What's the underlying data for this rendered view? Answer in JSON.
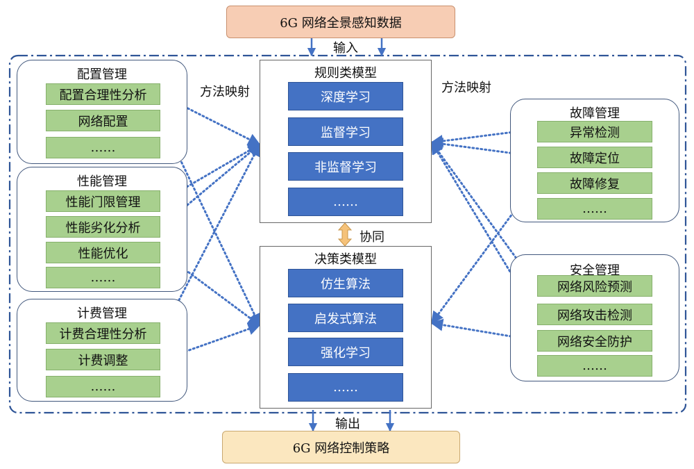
{
  "input_data": "6G 网络全景感知数据",
  "output_strategy": "6G 网络控制策略",
  "labels": {
    "input": "输入",
    "output": "输出",
    "method_map_left": "方法映射",
    "method_map_right": "方法映射",
    "collab": "协同"
  },
  "groups": {
    "config": {
      "title": "配置管理",
      "items": [
        "配置合理性分析",
        "网络配置",
        "……"
      ]
    },
    "perf": {
      "title": "性能管理",
      "items": [
        "性能门限管理",
        "性能劣化分析",
        "性能优化",
        "……"
      ]
    },
    "billing": {
      "title": "计费管理",
      "items": [
        "计费合理性分析",
        "计费调整",
        "……"
      ]
    },
    "fault": {
      "title": "故障管理",
      "items": [
        "异常检测",
        "故障定位",
        "故障修复",
        "……"
      ]
    },
    "security": {
      "title": "安全管理",
      "items": [
        "网络风险预测",
        "网络攻击检测",
        "网络安全防护",
        "……"
      ]
    }
  },
  "models": {
    "rule": {
      "title": "规则类模型",
      "items": [
        "深度学习",
        "监督学习",
        "非监督学习",
        "……"
      ]
    },
    "decision": {
      "title": "决策类模型",
      "items": [
        "仿生算法",
        "启发式算法",
        "强化学习",
        "……"
      ]
    }
  },
  "colors": {
    "dashed_frame": "#2f5597",
    "arrow": "#4472c4",
    "blue_item": "#4472c4",
    "green_item": "#a8d08e",
    "input_box": "#f7cdb4",
    "output_box": "#fbe7bf",
    "collab_arrow": "#f5c27a"
  }
}
